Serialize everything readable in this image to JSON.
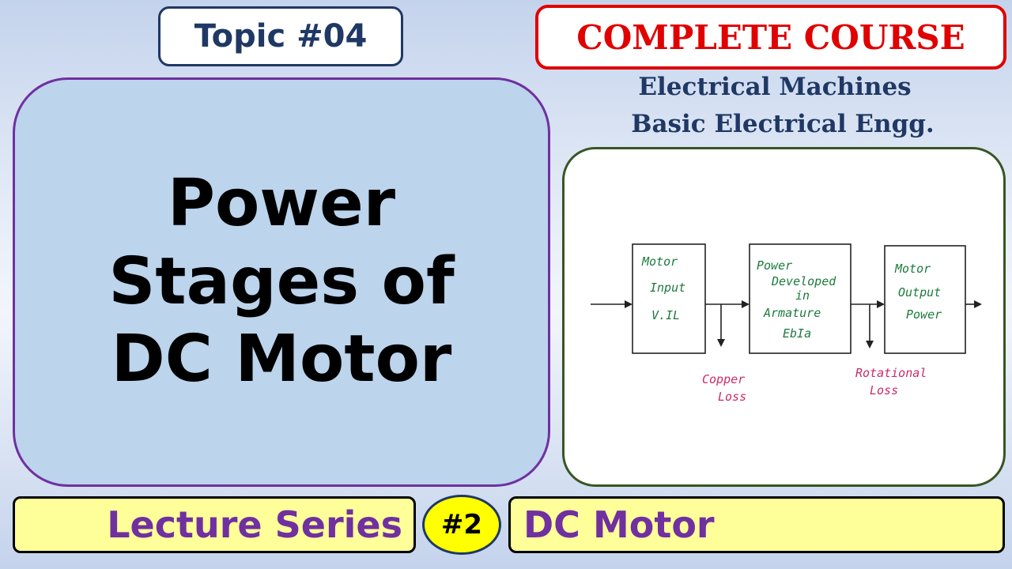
{
  "topic_label": "Topic #04",
  "title_lines": [
    "Power",
    "Stages of",
    "DC Motor"
  ],
  "course_label": "COMPLETE COURSE",
  "subjects": [
    "Electrical Machines",
    "Basic Electrical Engg."
  ],
  "diagram": {
    "blocks": [
      [
        "Motor",
        "Input",
        "V.IL"
      ],
      [
        "Power",
        "Developed",
        "in",
        "Armature",
        "EbIa"
      ],
      [
        "Motor",
        "Output",
        "Power"
      ]
    ],
    "losses": [
      [
        "Copper",
        "Loss"
      ],
      [
        "Rotational",
        "Loss"
      ]
    ]
  },
  "series_label": "Lecture Series",
  "series_number": "#2",
  "series_topic": "DC Motor",
  "colors": {
    "topic": "#1f3864",
    "title_box_bg": "#bcd4ec",
    "title_box_border": "#7030a0",
    "course_red": "#e00000",
    "diagram_border": "#375623",
    "banner_bg": "#ffff99",
    "banner_text": "#7030a0",
    "badge_bg": "#ffff00",
    "hand_green": "#1b7a3c",
    "hand_pink": "#cc2a66"
  }
}
